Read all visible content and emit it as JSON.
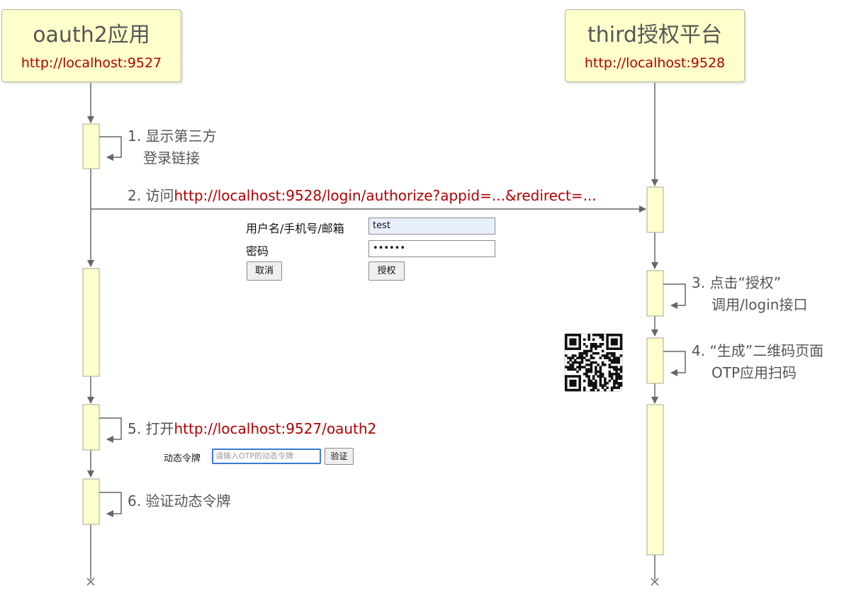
{
  "participants": [
    {
      "name": "oauth2应用",
      "url": "http://localhost:9527"
    },
    {
      "name": "third授权平台",
      "url": "http://localhost:9528"
    }
  ],
  "steps": {
    "s1": {
      "line1": "1. 显示第三方",
      "line2": "登录链接"
    },
    "s2": {
      "prefix": "2. 访问",
      "link": "http://localhost:9528/login/authorize?appid=...&redirect=..."
    },
    "s3": {
      "line1": "3. 点击“授权”",
      "line2": "调用/login接口"
    },
    "s4": {
      "line1": "4. “生成”二维码页面",
      "line2": "OTP应用扫码"
    },
    "s5": {
      "prefix": "5. 打开",
      "link": "http://localhost:9527/oauth2"
    },
    "s6": {
      "text": "6. 验证动态令牌"
    }
  },
  "login_form": {
    "username_label": "用户名/手机号/邮箱",
    "username_value": "test",
    "password_label": "密码",
    "password_value": "••••••",
    "cancel_label": "取消",
    "authorize_label": "授权"
  },
  "otp_form": {
    "label": "动态令牌",
    "placeholder": "请输入OTP的动态令牌",
    "verify_label": "验证"
  },
  "qr_code": {
    "icon": "qr-code-icon"
  },
  "colors": {
    "activation_fill": "#ffffcc",
    "link_red": "#b30000",
    "line_gray": "#666666"
  }
}
